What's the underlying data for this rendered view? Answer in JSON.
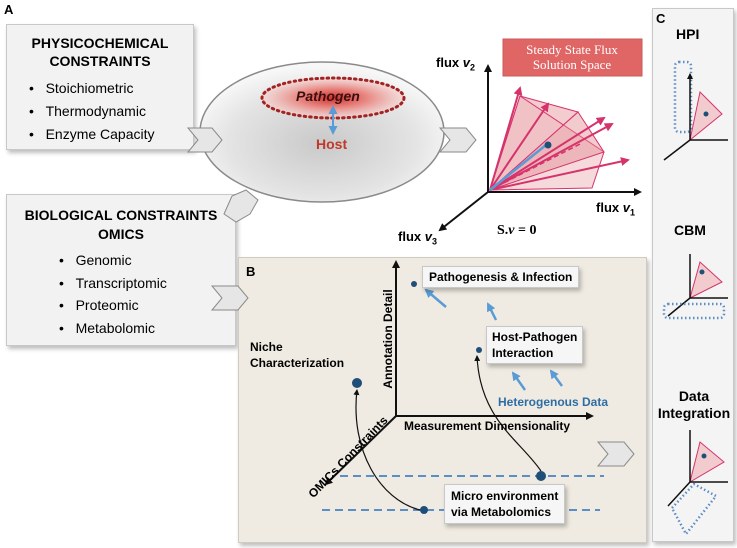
{
  "panel_a": {
    "letter": "A",
    "physico": {
      "title_line1": "PHYSICOCHEMICAL",
      "title_line2": "CONSTRAINTS",
      "items": [
        "Stoichiometric",
        "Thermodynamic",
        "Enzyme Capacity"
      ]
    },
    "bio": {
      "title_line1": "BIOLOGICAL CONSTRAINTS",
      "title_line2": "OMICS",
      "items": [
        "Genomic",
        "Transcriptomic",
        "Proteomic",
        "Metabolomic"
      ]
    },
    "ellipse": {
      "pathogen": "Pathogen",
      "host": "Host"
    },
    "flux": {
      "v2_label": "flux",
      "v2_var": "v",
      "v2_sub": "2",
      "v1_label": "flux",
      "v1_var": "v",
      "v1_sub": "1",
      "v3_label": "flux",
      "v3_var": "v",
      "v3_sub": "3",
      "equation_s": "S.",
      "equation_v": "v",
      "equation_rest": " = 0",
      "solution_line1": "Steady State Flux",
      "solution_line2": "Solution Space"
    }
  },
  "panel_b": {
    "letter": "B",
    "y_axis": "Annotation Detail",
    "x_axis": "Measurement Dimensionality",
    "z_axis": "OMICs Constraints",
    "pathogenesis": "Pathogenesis & Infection",
    "hpi_line1": "Host-Pathogen",
    "hpi_line2": "Interaction",
    "heterogenous": "Heterogenous Data",
    "niche_line1": "Niche",
    "niche_line2": "Characterization",
    "micro_line1": "Micro environment",
    "micro_line2": "via Metabolomics"
  },
  "panel_c": {
    "letter": "C",
    "hpi": "HPI",
    "cbm": "CBM",
    "data_line1": "Data",
    "data_line2": "Integration"
  },
  "colors": {
    "pathogen_red": "#c0392b",
    "flux_pink": "#d6336c",
    "arrow_blue": "#5b9bd5",
    "dot_blue": "#1f4e79",
    "heterogenous_blue": "#2e6da4",
    "solution_fill": "#e06666"
  }
}
